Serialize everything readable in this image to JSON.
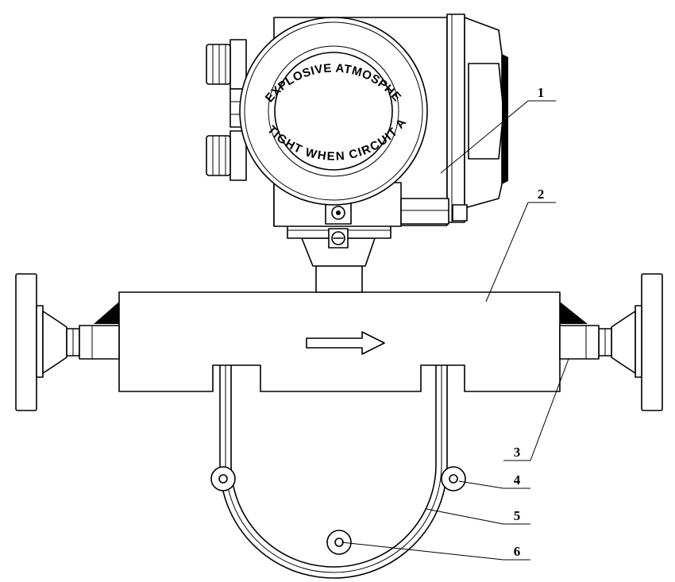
{
  "housing_text": {
    "top": "IN EXPLOSIVE ATMOSPHERE",
    "bottom": "KEEP TIGHT WHEN CIRCUIT ALIVE"
  },
  "callouts": [
    {
      "label": "1"
    },
    {
      "label": "2"
    },
    {
      "label": "3"
    },
    {
      "label": "4"
    },
    {
      "label": "5"
    },
    {
      "label": "6"
    }
  ]
}
